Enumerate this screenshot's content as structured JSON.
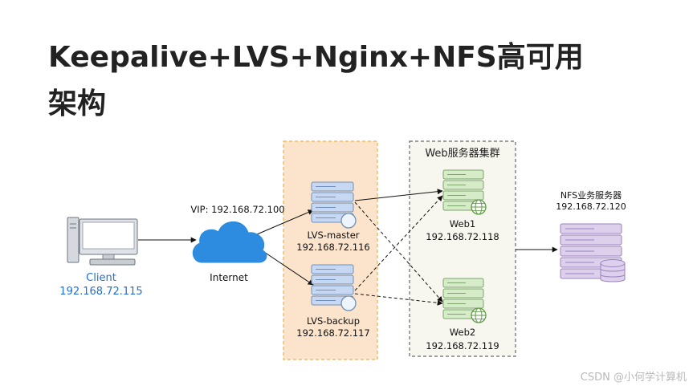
{
  "title": {
    "line1": "Keepalive+LVS+Nginx+NFS高可用",
    "line2": "架构"
  },
  "diagram": {
    "groups": {
      "lvs": "",
      "web": "Web服务器集群"
    },
    "client": {
      "name": "Client",
      "ip": "192.168.72.115"
    },
    "internet": {
      "name": "Internet",
      "vip": "VIP: 192.168.72.100"
    },
    "lvs_master": {
      "name": "LVS-master",
      "ip": "192.168.72.116"
    },
    "lvs_backup": {
      "name": "LVS-backup",
      "ip": "192.168.72.117"
    },
    "web1": {
      "name": "Web1",
      "ip": "192.168.72.118"
    },
    "web2": {
      "name": "Web2",
      "ip": "192.168.72.119"
    },
    "nfs": {
      "name": "NFS业务服务器",
      "ip": "192.168.72.120"
    },
    "colors": {
      "lvs_group_fill": "#fbe3cc",
      "lvs_group_border": "#e8b44a",
      "web_group_fill": "#f7f6ef",
      "server_blue": "#c7d9f2",
      "server_green": "#d6ecc8",
      "server_purple": "#ddd0ec",
      "cloud": "#2d8be0",
      "client_text": "#1f6fd6"
    }
  },
  "watermark": "CSDN @小何学计算机"
}
